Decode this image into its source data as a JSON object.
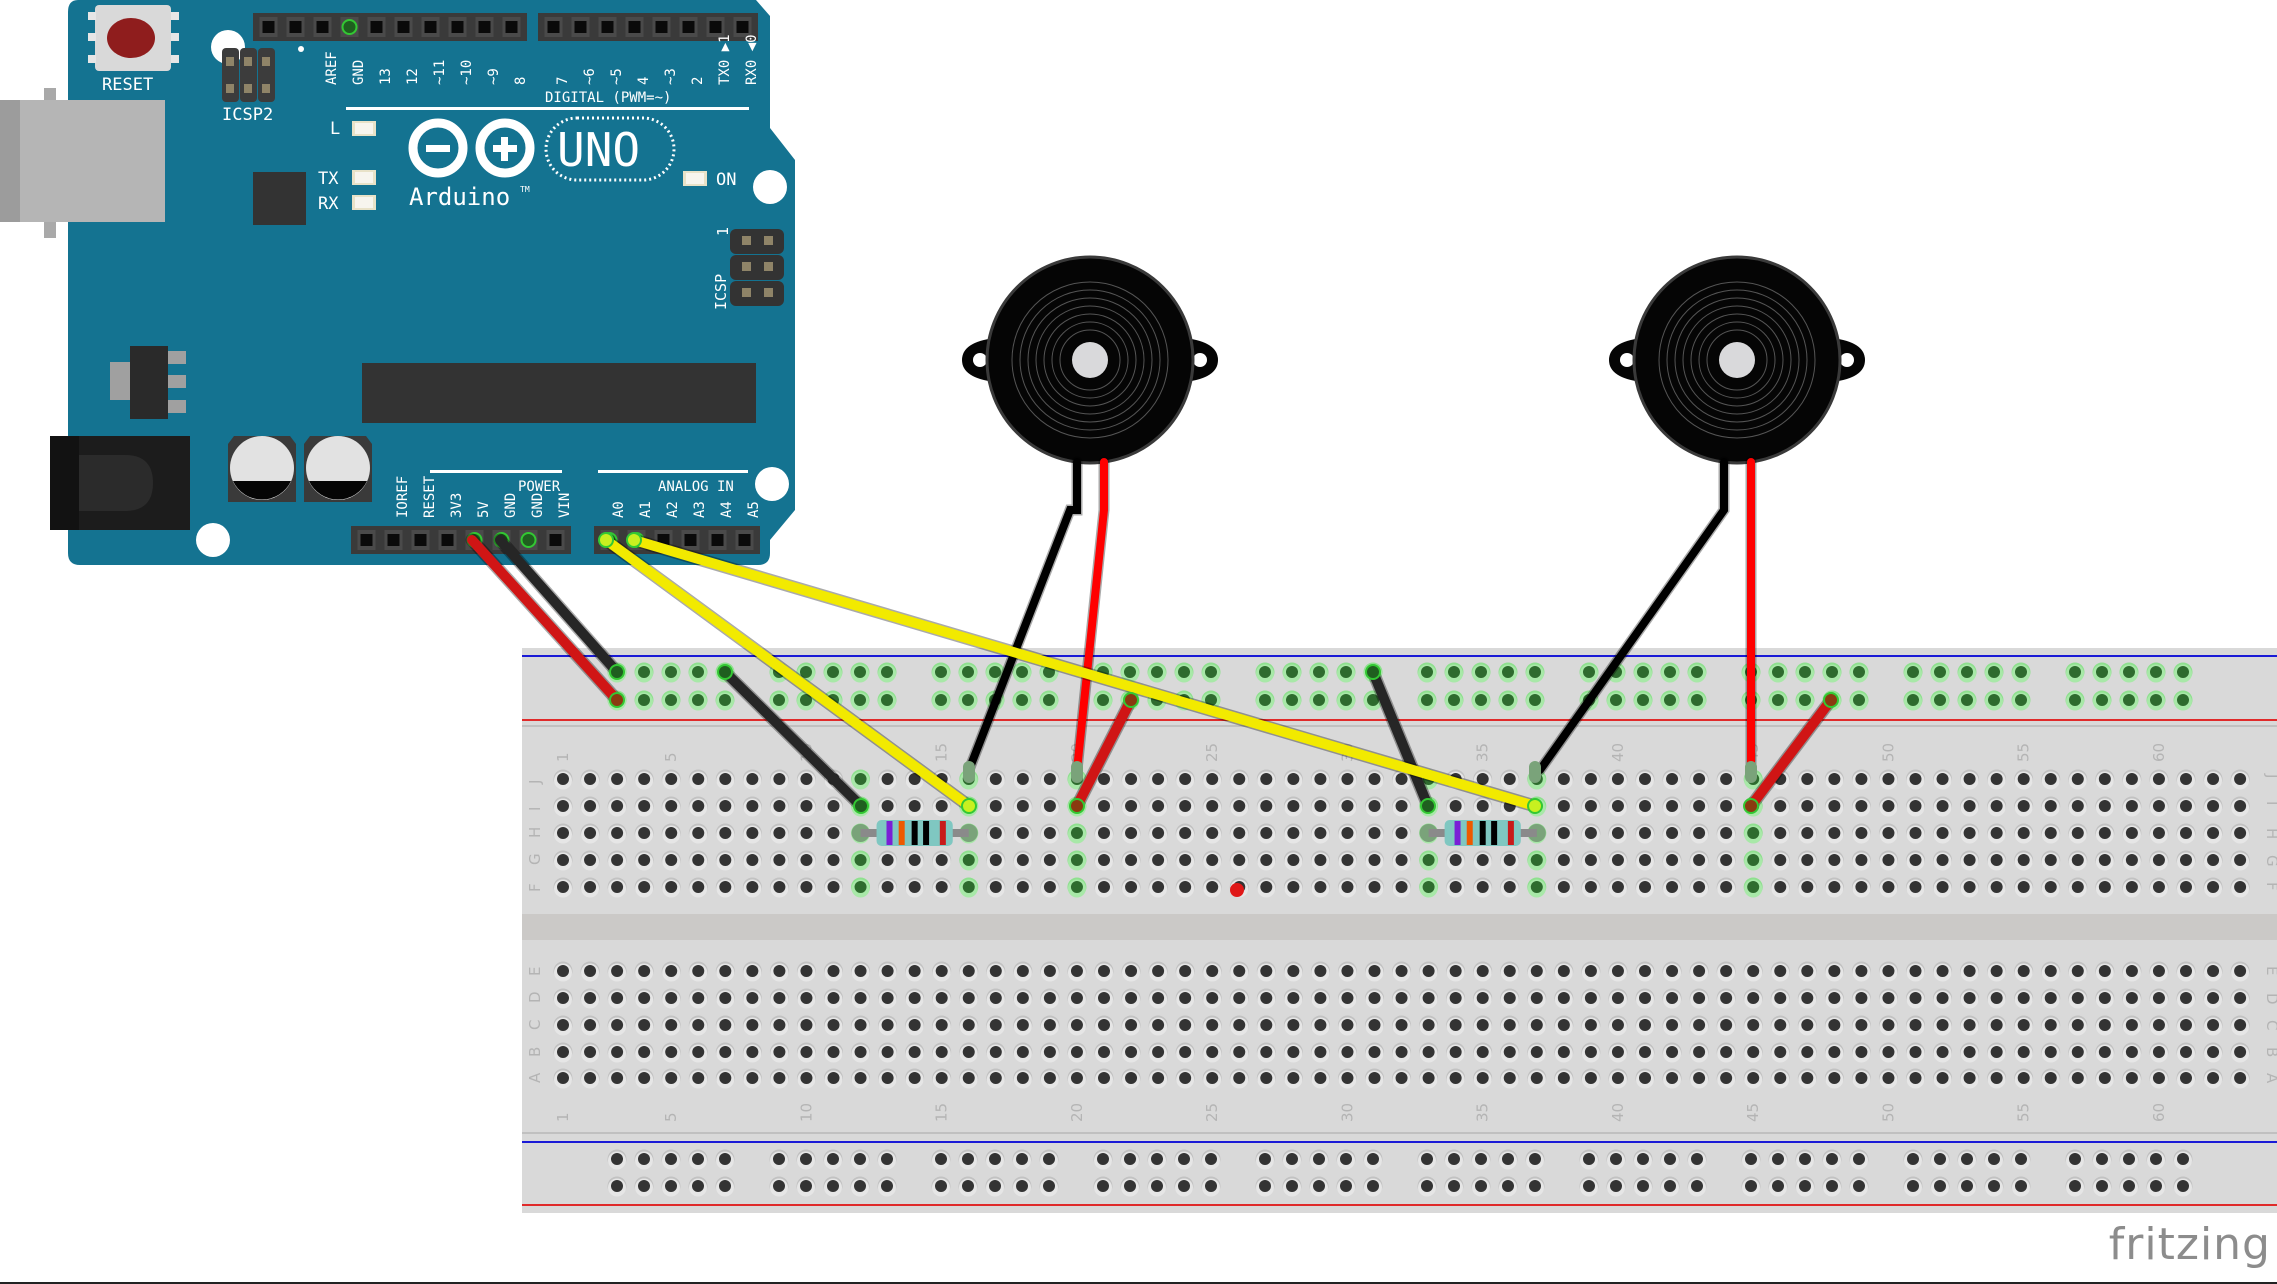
{
  "app": "fritzing",
  "logo_text": "fritzing",
  "colors": {
    "board": "#147391",
    "board_dark": "#0f5f78",
    "header": "#3a3a3a",
    "breadboard": "#d9d9d9",
    "breadboard_channel": "#cbc9c7",
    "rail_blue": "#1a1ad6",
    "rail_red": "#e02a2a",
    "hole": "#333333",
    "hole_ring": "#c2c2c2",
    "hole_connected": "#2e6b2e",
    "hole_connected_ring": "#8fe08f",
    "wire_red": "#d01515",
    "wire_black": "#262626",
    "wire_yellow": "#f2ea00",
    "lead_red": "#ff0000",
    "lead_black": "#000000",
    "buzzer": "#050505",
    "buzzer_center": "#d9d9db"
  },
  "arduino": {
    "model": "UNO",
    "brand": "Arduino",
    "trademark": "TM",
    "reset_label": "RESET",
    "icsp2_label": "ICSP2",
    "icsp_label": "ICSP",
    "icsp_pin1": "1",
    "digital_label": "DIGITAL (PWM=~)",
    "power_label": "POWER",
    "analog_label": "ANALOG IN",
    "led_labels": {
      "l": "L",
      "tx": "TX",
      "rx": "RX",
      "on": "ON"
    },
    "digital_pins_left": [
      "",
      "",
      "AREF",
      "GND",
      "13",
      "12",
      "~11",
      "~10",
      "~9",
      "8"
    ],
    "digital_pins_right": [
      "7",
      "~6",
      "~5",
      "4",
      "~3",
      "2",
      "TX0 ▶1",
      "RX0 ◀0"
    ],
    "power_pins": [
      "",
      "IOREF",
      "RESET",
      "3V3",
      "5V",
      "GND",
      "GND",
      "VIN"
    ],
    "analog_pins": [
      "A0",
      "A1",
      "A2",
      "A3",
      "A4",
      "A5"
    ]
  },
  "breadboard": {
    "columns": 63,
    "top_rows": [
      "J",
      "I",
      "H",
      "G",
      "F"
    ],
    "bottom_rows": [
      "E",
      "D",
      "C",
      "B",
      "A"
    ],
    "column_labels": [
      "1",
      "5",
      "10",
      "15",
      "20",
      "25",
      "30",
      "35",
      "40",
      "45",
      "50",
      "55",
      "60"
    ],
    "column_label_values": [
      1,
      5,
      10,
      15,
      20,
      25,
      30,
      35,
      40,
      45,
      50,
      55,
      60
    ],
    "rail_groups": 10
  },
  "components": {
    "resistors": [
      {
        "name": "resistor-1",
        "from_col": 12,
        "to_col": 16,
        "row": "H",
        "bands": [
          "#7a1fd6",
          "#ee5a00",
          "#000000",
          "#000000",
          "#c81a1a"
        ]
      },
      {
        "name": "resistor-2",
        "from_col": 33,
        "to_col": 37,
        "row": "H",
        "bands": [
          "#7a1fd6",
          "#ee5a00",
          "#000000",
          "#000000",
          "#c81a1a"
        ]
      }
    ],
    "buzzers": [
      {
        "name": "piezo-buzzer-1",
        "black_lead_col": 16,
        "red_lead_col": 20
      },
      {
        "name": "piezo-buzzer-2",
        "black_lead_col": 37,
        "red_lead_col": 45
      }
    ],
    "wires": [
      {
        "name": "wire-5v-to-rail",
        "color": "red",
        "from": "5V",
        "to": "top-rail-2 col 1"
      },
      {
        "name": "wire-gnd-to-rail",
        "color": "black",
        "from": "GND",
        "to": "top-rail-1 col 1"
      },
      {
        "name": "wire-a0-to-resistor1",
        "color": "yellow",
        "from": "A0",
        "to": "I16"
      },
      {
        "name": "wire-a1-to-resistor2",
        "color": "yellow",
        "from": "A1",
        "to": "I37"
      },
      {
        "name": "wire-gnd-rail-to-resistor1",
        "color": "black",
        "from": "top-rail-1",
        "to": "I12"
      },
      {
        "name": "wire-5v-rail-to-buzzer1",
        "color": "red",
        "from": "top-rail-2",
        "to": "I20"
      },
      {
        "name": "wire-gnd-rail-to-resistor2",
        "color": "black",
        "from": "top-rail-1",
        "to": "I33"
      },
      {
        "name": "wire-5v-rail-to-buzzer2",
        "color": "red",
        "from": "top-rail-2",
        "to": "I45"
      }
    ]
  }
}
